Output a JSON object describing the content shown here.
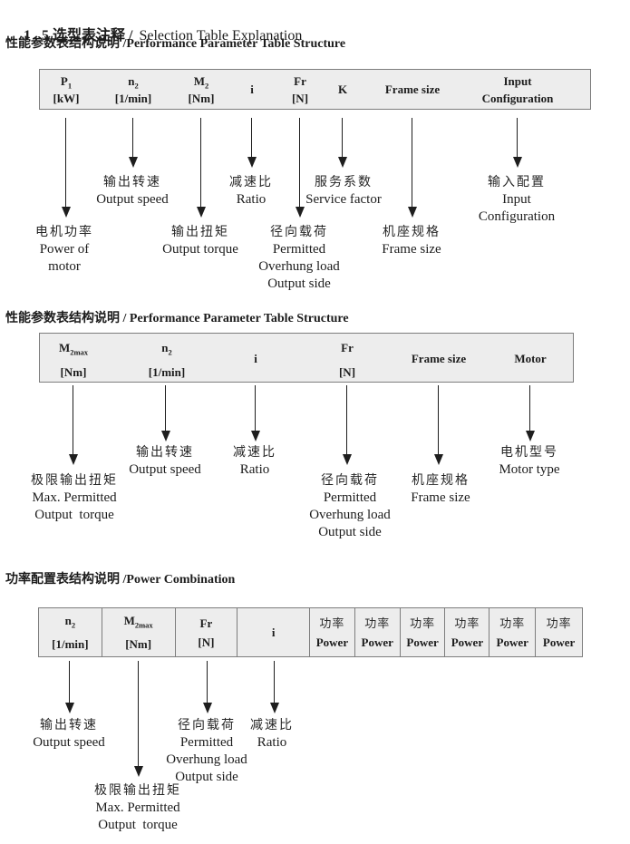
{
  "title": {
    "zh": "1 . 5 选型表注释 /",
    "en": "Selection Table Explanation"
  },
  "s1": {
    "heading": "性能参数表结构说明 /Performance Parameter Table Structure",
    "cols": {
      "p1": {
        "sym": "P",
        "sub": "1",
        "unit": "[kW]"
      },
      "n2": {
        "sym": "n",
        "sub": "2",
        "unit": "[1/min]"
      },
      "m2": {
        "sym": "M",
        "sub": "2",
        "unit": "[Nm]"
      },
      "i": {
        "sym": "i"
      },
      "fr": {
        "sym": "Fr",
        "unit": "[N]"
      },
      "k": {
        "sym": "K"
      },
      "frame": {
        "sym": "Frame size"
      },
      "input": {
        "line1": "Input",
        "line2": "Configuration"
      }
    },
    "callouts": {
      "p1": {
        "zh": "电机功率",
        "en1": "Power of",
        "en2": "motor"
      },
      "n2": {
        "zh": "输出转速",
        "en1": "Output speed"
      },
      "m2": {
        "zh": "输出扭矩",
        "en1": "Output torque"
      },
      "i": {
        "zh": "减速比",
        "en1": "Ratio"
      },
      "fr": {
        "zh": "径向载荷",
        "en1": "Permitted",
        "en2": "Overhung load",
        "en3": "Output side"
      },
      "k": {
        "zh": "服务系数",
        "en1": "Service factor"
      },
      "frame": {
        "zh": "机座规格",
        "en1": "Frame size"
      },
      "input": {
        "zh": "输入配置",
        "en1": "Input",
        "en2": "Configuration"
      }
    }
  },
  "s2": {
    "heading": "性能参数表结构说明 / Performance Parameter Table Structure",
    "cols": {
      "m2max": {
        "sym": "M",
        "sub": "2max",
        "unit": "[Nm]"
      },
      "n2": {
        "sym": "n",
        "sub": "2",
        "unit": "[1/min]"
      },
      "i": {
        "sym": "i"
      },
      "fr": {
        "sym": "Fr",
        "unit": "[N]"
      },
      "frame": {
        "sym": "Frame size"
      },
      "motor": {
        "sym": "Motor"
      }
    },
    "callouts": {
      "m2max": {
        "zh": "极限输出扭矩",
        "en1": "Max. Permitted",
        "en2": "Output  torque"
      },
      "n2": {
        "zh": "输出转速",
        "en1": "Output speed"
      },
      "i": {
        "zh": "减速比",
        "en1": "Ratio"
      },
      "fr": {
        "zh": "径向载荷",
        "en1": "Permitted",
        "en2": "Overhung load",
        "en3": "Output side"
      },
      "frame": {
        "zh": "机座规格",
        "en1": "Frame size"
      },
      "motor": {
        "zh": "电机型号",
        "en1": "Motor type"
      }
    }
  },
  "s3": {
    "heading": "功率配置表结构说明 /Power Combination",
    "cols": {
      "n2": {
        "sym": "n",
        "sub": "2",
        "unit": "[1/min]"
      },
      "m2max": {
        "sym": "M",
        "sub": "2max",
        "unit": "[Nm]"
      },
      "fr": {
        "sym": "Fr",
        "unit": "[N]"
      },
      "i": {
        "sym": "i"
      },
      "power": {
        "zh": "功率",
        "en": "Power"
      }
    },
    "power_column_count": 6,
    "callouts": {
      "n2": {
        "zh": "输出转速",
        "en1": "Output speed"
      },
      "m2max": {
        "zh": "极限输出扭矩",
        "en1": "Max. Permitted",
        "en2": "Output  torque"
      },
      "fr": {
        "zh": "径向载荷",
        "en1": "Permitted",
        "en2": "Overhung load",
        "en3": "Output side"
      },
      "i": {
        "zh": "减速比",
        "en1": "Ratio"
      }
    }
  },
  "colors": {
    "table_fill": "#ededed",
    "table_border": "#7d7d7d",
    "text": "#1c1c1c",
    "arrow": "#1e1e1e"
  }
}
